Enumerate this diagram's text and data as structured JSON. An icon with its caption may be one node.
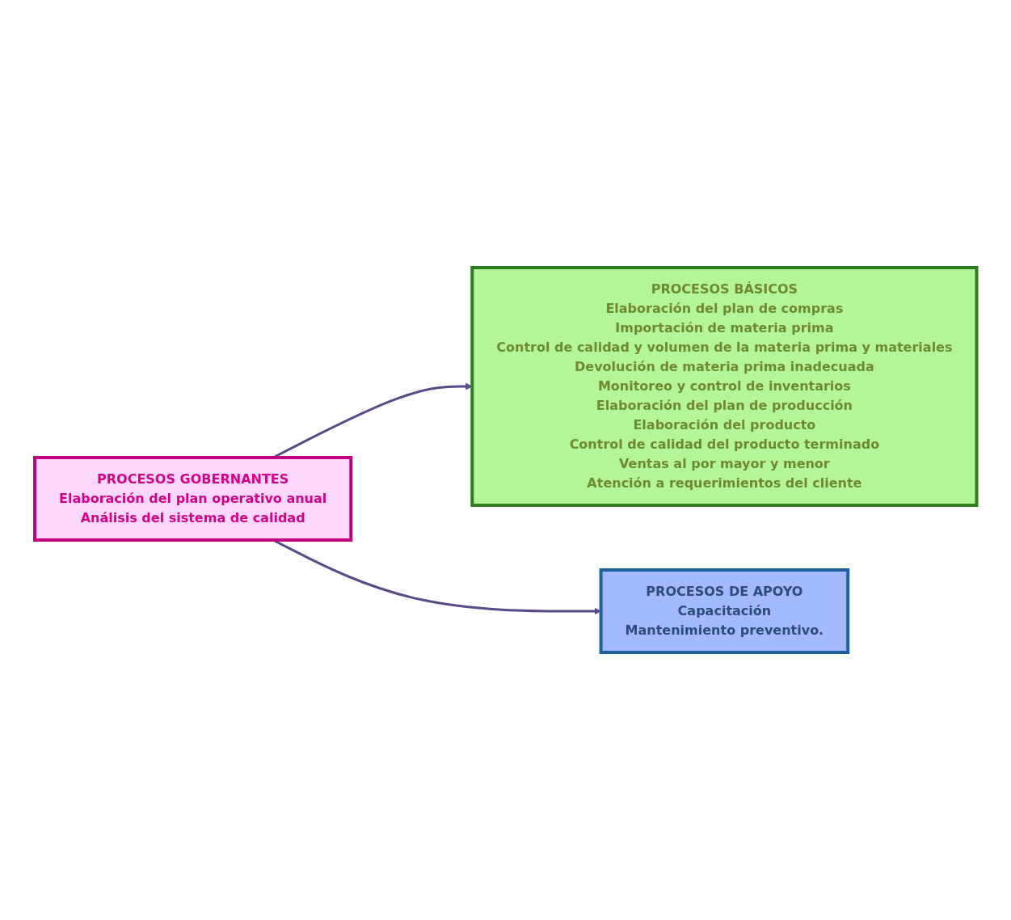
{
  "diagram": {
    "nodes": [
      {
        "text": [
          "PROCESOS GOBERNANTES",
          "Elaboración del plan operativo anual",
          "Análisis del sistema de calidad"
        ]
      },
      {
        "text": [
          "PROCESOS BÁSICOS",
          "Elaboración del plan de compras",
          "Importación de materia prima",
          "Control de calidad y volumen de la materia prima y materiales",
          "Devolución de materia prima inadecuada",
          "Monitoreo y control de inventarios",
          "Elaboración del plan de producción",
          "Elaboración del producto",
          "Control de calidad del producto terminado",
          "Ventas al por mayor y menor",
          "Atención a requerimientos del cliente"
        ]
      },
      {
        "text": [
          "PROCESOS DE APOYO",
          "Capacitación",
          "Mantenimiento preventivo."
        ]
      }
    ],
    "edges": [
      {
        "from": 0,
        "to": 1,
        "arrow": "to"
      },
      {
        "from": 0,
        "to": 2,
        "arrow": "to"
      }
    ]
  }
}
